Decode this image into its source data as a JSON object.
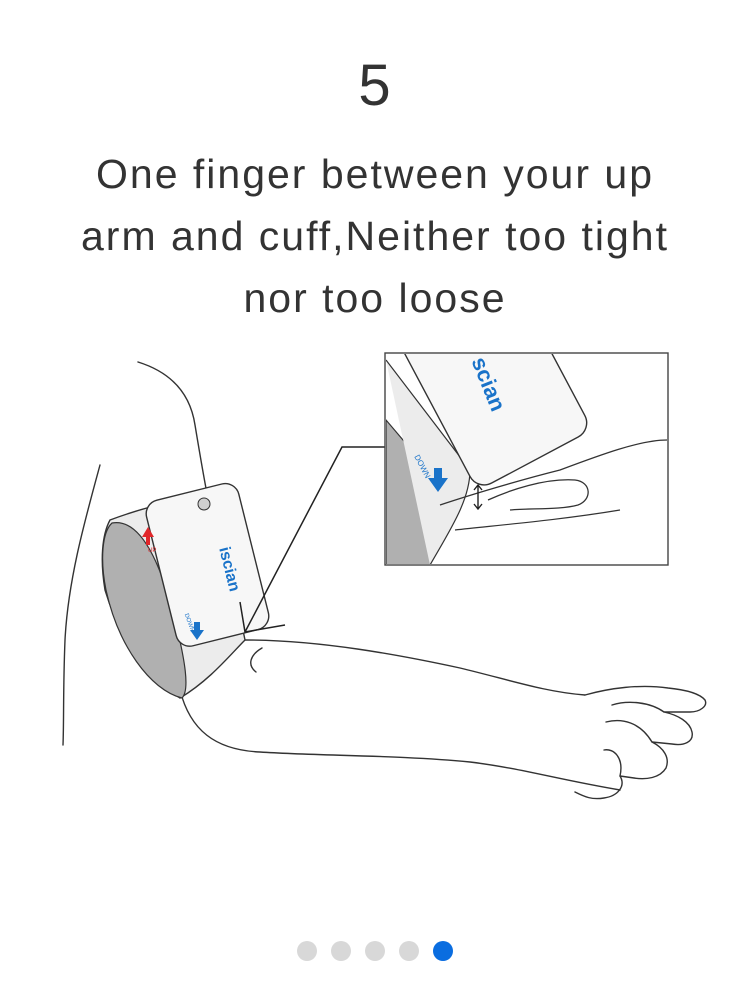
{
  "step": {
    "number": "5",
    "instruction_lines": [
      "One finger between your up",
      "arm and cuff,Neither too tight",
      "nor too loose"
    ]
  },
  "illustration": {
    "brand_main": "iscian",
    "brand_zoom": "scian",
    "up_label": "UP",
    "down_label": "DOWN",
    "down_label_zoom": "DOWN",
    "colors": {
      "brand_blue": "#1a73c9",
      "up_red": "#e0262a",
      "cuff_gray": "#b0b0b0"
    }
  },
  "pager": {
    "total": 5,
    "active_index": 4,
    "active_color": "#0a6de0",
    "inactive_color": "#d8d8d8"
  }
}
